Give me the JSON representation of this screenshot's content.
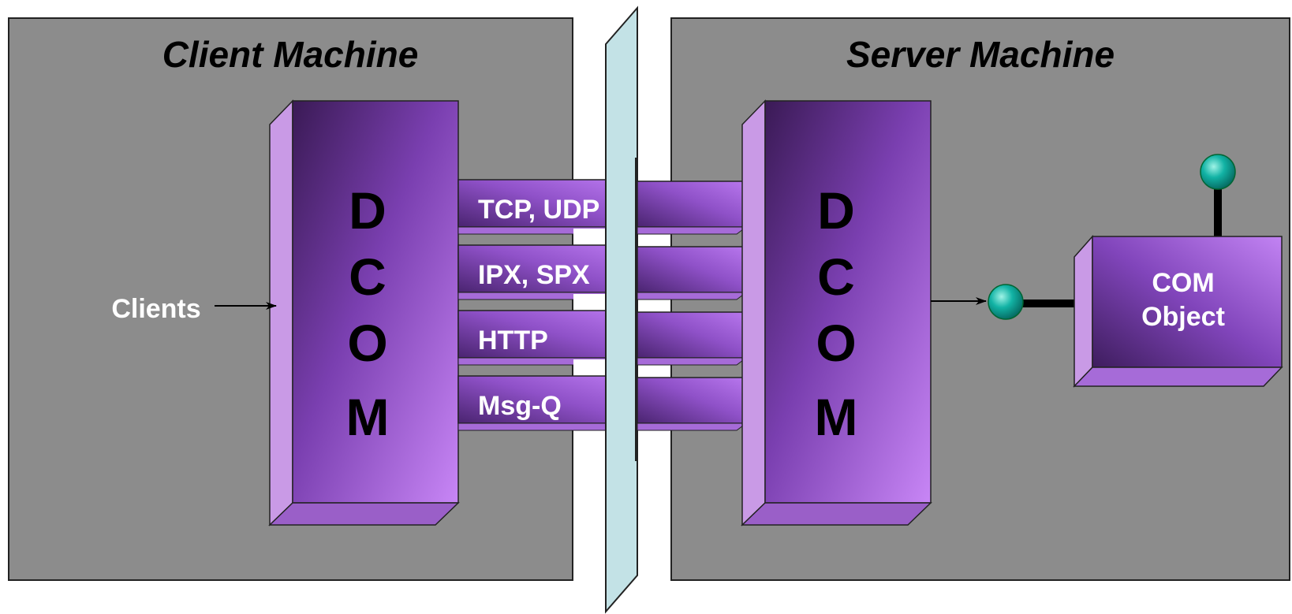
{
  "client_machine": {
    "title": "Client Machine",
    "dcom_letters": [
      "D",
      "C",
      "O",
      "M"
    ],
    "clients_label": "Clients"
  },
  "server_machine": {
    "title": "Server Machine",
    "dcom_letters": [
      "D",
      "C",
      "O",
      "M"
    ],
    "com_object_label": [
      "COM",
      "Object"
    ]
  },
  "protocols": [
    "TCP, UDP",
    "IPX, SPX",
    "HTTP",
    "Msg-Q"
  ],
  "colors": {
    "machine_fill": "#8c8c8c",
    "dcom_light": "#c27ef0",
    "dcom_dark": "#4a2466",
    "dcom_side": "#c99ae6",
    "dcom_bottom": "#9a5fc8",
    "network_plane": "#c3e2e6",
    "interface_knob": "#10a89c",
    "label_white": "#ffffff",
    "label_black": "#000000"
  },
  "icons": {
    "interface": "lollipop-interface-icon",
    "arrow": "arrow-right-icon"
  }
}
